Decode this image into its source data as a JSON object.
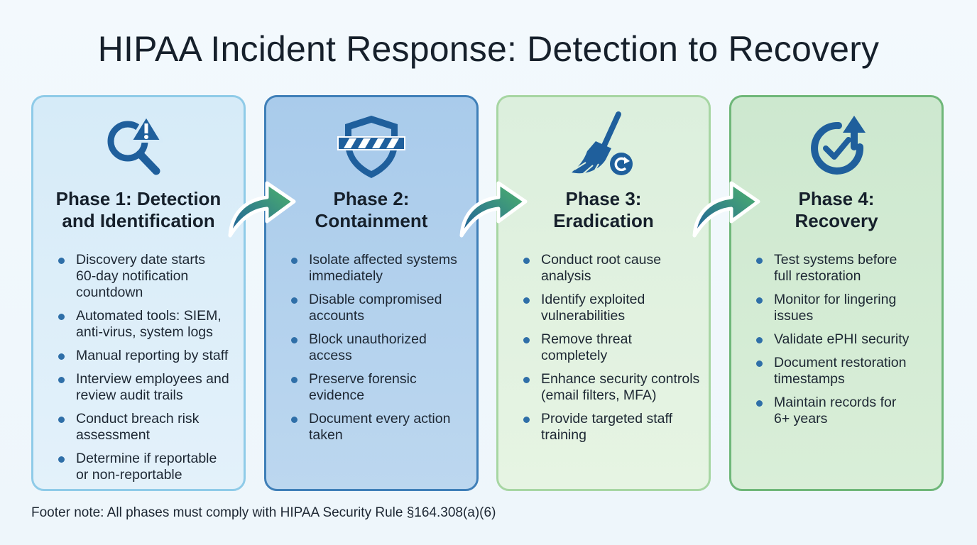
{
  "title": "HIPAA Incident Response: Detection to Recovery",
  "colors": {
    "blue_dark": "#1f5f9c",
    "blue_light": "#8fcbe8",
    "green_light": "#a7d6a3",
    "green": "#6fb779",
    "arrow_gradient": [
      "#1f5f9c",
      "#4fb56a"
    ]
  },
  "phases": [
    {
      "icon": "magnifier-warning-icon",
      "title_line1": "Phase 1: Detection",
      "title_line2": "and Identification",
      "bullets": [
        [
          "Discovery date starts",
          "60-day notification",
          "countdown"
        ],
        [
          "Automated tools: SIEM,",
          "anti-virus, system logs"
        ],
        [
          "Manual reporting by staff"
        ],
        [
          "Interview employees and",
          "review audit trails"
        ],
        [
          "Conduct breach risk",
          "assessment"
        ],
        [
          "Determine if reportable",
          "or non-reportable"
        ]
      ]
    },
    {
      "icon": "shield-barrier-icon",
      "title_line1": "Phase 2:",
      "title_line2": "Containment",
      "bullets": [
        [
          "Isolate affected systems",
          "immediately"
        ],
        [
          "Disable compromised",
          "accounts"
        ],
        [
          "Block unauthorized",
          "access"
        ],
        [
          "Preserve forensic",
          "evidence"
        ],
        [
          "Document every action",
          "taken"
        ]
      ]
    },
    {
      "icon": "broom-cleanup-icon",
      "title_line1": "Phase 3:",
      "title_line2": "Eradication",
      "bullets": [
        [
          "Conduct root cause",
          "analysis"
        ],
        [
          "Identify exploited",
          "vulnerabilities"
        ],
        [
          "Remove threat",
          "completely"
        ],
        [
          "Enhance security controls",
          "(email filters, MFA)"
        ],
        [
          "Provide targeted staff",
          "training"
        ]
      ]
    },
    {
      "icon": "recovery-check-arrow-icon",
      "title_line1": "Phase 4:",
      "title_line2": "Recovery",
      "bullets": [
        [
          "Test systems before",
          "full restoration"
        ],
        [
          "Monitor for lingering",
          "issues"
        ],
        [
          "Validate ePHI security"
        ],
        [
          "Document restoration",
          "timestamps"
        ],
        [
          "Maintain records for",
          "6+ years"
        ]
      ]
    }
  ],
  "footer": "Footer note: All phases must comply with HIPAA Security Rule §164.308(a)(6)"
}
